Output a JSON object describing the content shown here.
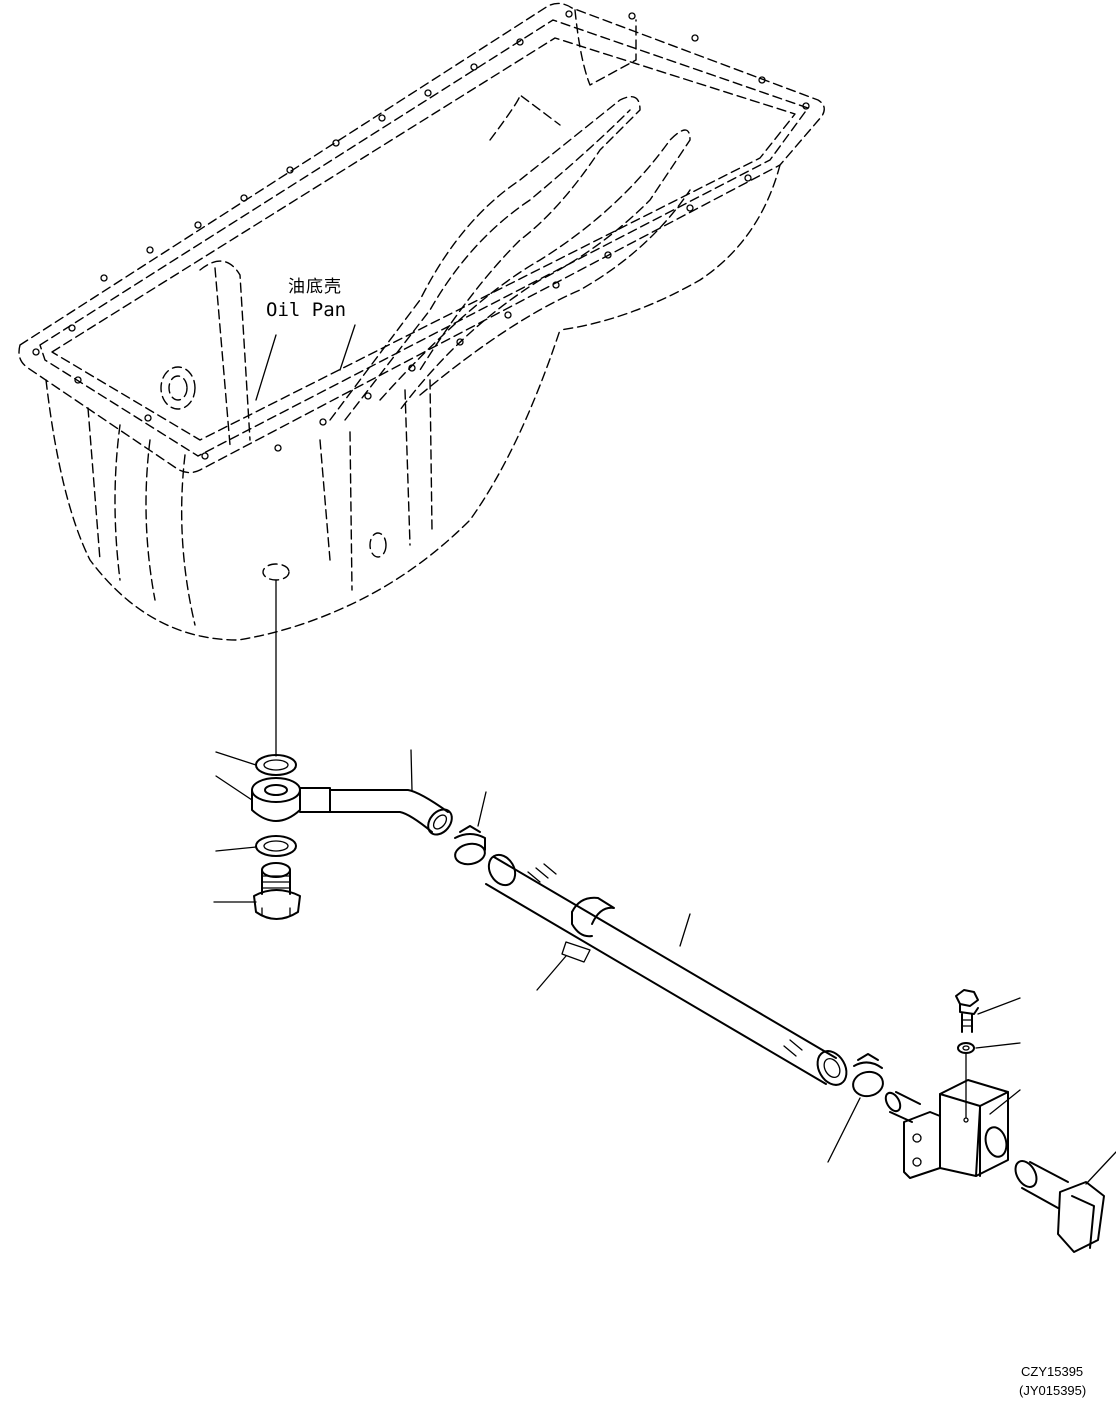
{
  "labels": {
    "part_name_cn": "油底壳",
    "part_name_en": "Oil Pan"
  },
  "drawing_codes": {
    "primary": "CZY15395",
    "secondary": "(JY015395)"
  }
}
